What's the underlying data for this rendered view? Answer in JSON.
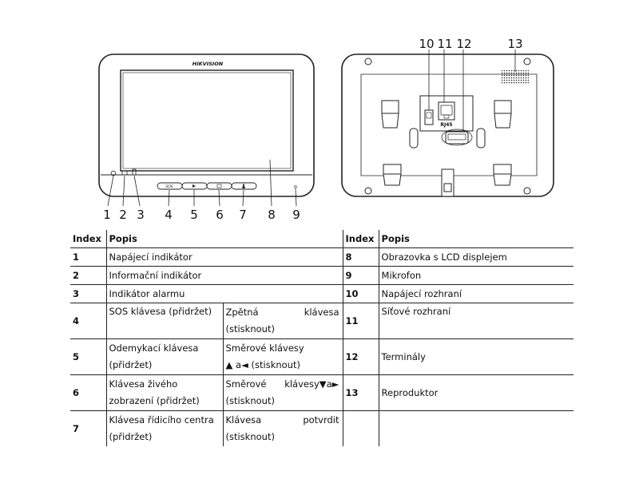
{
  "brand": "HIKVISION",
  "callouts_front": [
    "1",
    "2",
    "3",
    "4",
    "5",
    "6",
    "7",
    "8",
    "9"
  ],
  "callouts_back": [
    "10",
    "11",
    "12",
    "13"
  ],
  "front_buttons": [
    "SOS",
    "",
    "",
    ""
  ],
  "rj45_label": "RJ45",
  "header": {
    "index": "Index",
    "popis": "Popis"
  },
  "rows": {
    "r1": {
      "i": "1",
      "d": "Napájecí indikátor",
      "ri": "8",
      "rd": "Obrazovka s LCD displejem"
    },
    "r2": {
      "i": "2",
      "d": "Informační indikátor",
      "ri": "9",
      "rd": "Mikrofon"
    },
    "r3": {
      "i": "3",
      "d": "Indikátor alarmu",
      "ri": "10",
      "rd": "Napájecí rozhraní"
    },
    "r4": {
      "i": "4",
      "d": "SOS klávesa (přidržet)",
      "e1": "Zpětná",
      "e2": "klávesa",
      "e3": "(stisknout)",
      "ri": "11",
      "rd": "Síťové rozhraní"
    },
    "r5": {
      "i": "5",
      "d1": "Odemykací klávesa",
      "d2": "(přidržet)",
      "e1": "Směrové klávesy",
      "e2": "▲ a◄ (stisknout)",
      "ri": "12",
      "rd": "Terminály"
    },
    "r6": {
      "i": "6",
      "d1": "Klávesa živého",
      "d2": "zobrazení (přidržet)",
      "e1": "Směrové",
      "e2": "klávesy▼a►",
      "e3": "(stisknout)",
      "ri": "13",
      "rd": "Reproduktor"
    },
    "r7": {
      "i": "7",
      "d1": "Klávesa řídicího centra",
      "d2": "(přidržet)",
      "e1": "Klávesa",
      "e2": "potvrdit",
      "e3": "(stisknout)"
    }
  }
}
